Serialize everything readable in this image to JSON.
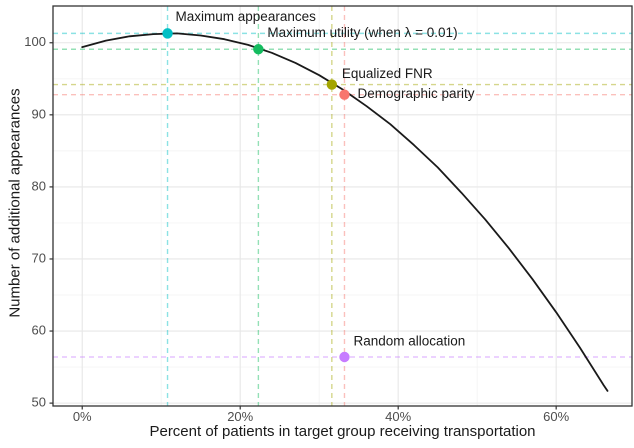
{
  "figure": {
    "background": "#ffffff",
    "panel_border": "#333333",
    "grid_major_color": "#e7e7e7",
    "grid_minor_color": "#f4f4f4",
    "tick_label_color": "#4d4d4d",
    "annotation_text_color": "#1a1a1a"
  },
  "chart_data": {
    "type": "line",
    "title": "",
    "xlabel": "Percent of patients in target group receiving transportation",
    "ylabel": "Number of additional appearances",
    "xlim": [
      -3.7,
      69.6
    ],
    "ylim": [
      49.6,
      105.1
    ],
    "grid": true,
    "legend_position": "none",
    "x_ticks": [
      {
        "value": 0,
        "label": "0%"
      },
      {
        "value": 20,
        "label": "20%"
      },
      {
        "value": 40,
        "label": "40%"
      },
      {
        "value": 60,
        "label": "60%"
      }
    ],
    "x_minor_ticks": [
      10,
      30,
      50
    ],
    "y_ticks": [
      {
        "value": 50,
        "label": "50"
      },
      {
        "value": 60,
        "label": "60"
      },
      {
        "value": 70,
        "label": "70"
      },
      {
        "value": 80,
        "label": "80"
      },
      {
        "value": 90,
        "label": "90"
      },
      {
        "value": 100,
        "label": "100"
      }
    ],
    "y_minor_ticks": [
      55,
      65,
      75,
      85,
      95
    ],
    "curve": {
      "name": "utility-curve",
      "color": "#1a1a1a",
      "x": [
        0,
        3,
        6,
        9,
        12,
        15,
        18,
        21,
        24,
        27,
        30,
        33,
        36,
        39,
        42,
        45,
        48,
        51,
        54,
        57,
        60,
        63,
        66,
        66.5
      ],
      "y": [
        99.4,
        100.3,
        100.9,
        101.2,
        101.3,
        101.0,
        100.5,
        99.7,
        98.6,
        97.2,
        95.5,
        93.5,
        91.2,
        88.7,
        85.8,
        82.7,
        79.2,
        75.5,
        71.5,
        67.2,
        62.6,
        57.7,
        52.5,
        51.7
      ]
    },
    "annotations": [
      {
        "id": "maximum-appearances",
        "label": "Maximum appearances",
        "x": 10.8,
        "y": 101.3,
        "color": "#00BFC4",
        "vline": true,
        "hline": true,
        "label_dx": 8,
        "label_dy": -16
      },
      {
        "id": "maximum-utility",
        "label": "Maximum utility (when λ  = 0.01)",
        "x": 22.3,
        "y": 99.1,
        "color": "#14BC5F",
        "vline": true,
        "hline": true,
        "label_dx": 9,
        "label_dy": -16
      },
      {
        "id": "equalized-fnr",
        "label": "Equalized FNR",
        "x": 31.6,
        "y": 94.2,
        "color": "#A3A500",
        "vline": true,
        "hline": true,
        "label_dx": 10,
        "label_dy": -10
      },
      {
        "id": "demographic-parity",
        "label": "Demographic parity",
        "x": 33.2,
        "y": 92.8,
        "color": "#F8766D",
        "vline": true,
        "hline": true,
        "label_dx": 13,
        "label_dy": 0
      },
      {
        "id": "random-allocation",
        "label": "Random allocation",
        "x": 33.2,
        "y": 56.4,
        "color": "#C77CFF",
        "vline": false,
        "hline": true,
        "label_dx": 9,
        "label_dy": -15
      }
    ]
  }
}
